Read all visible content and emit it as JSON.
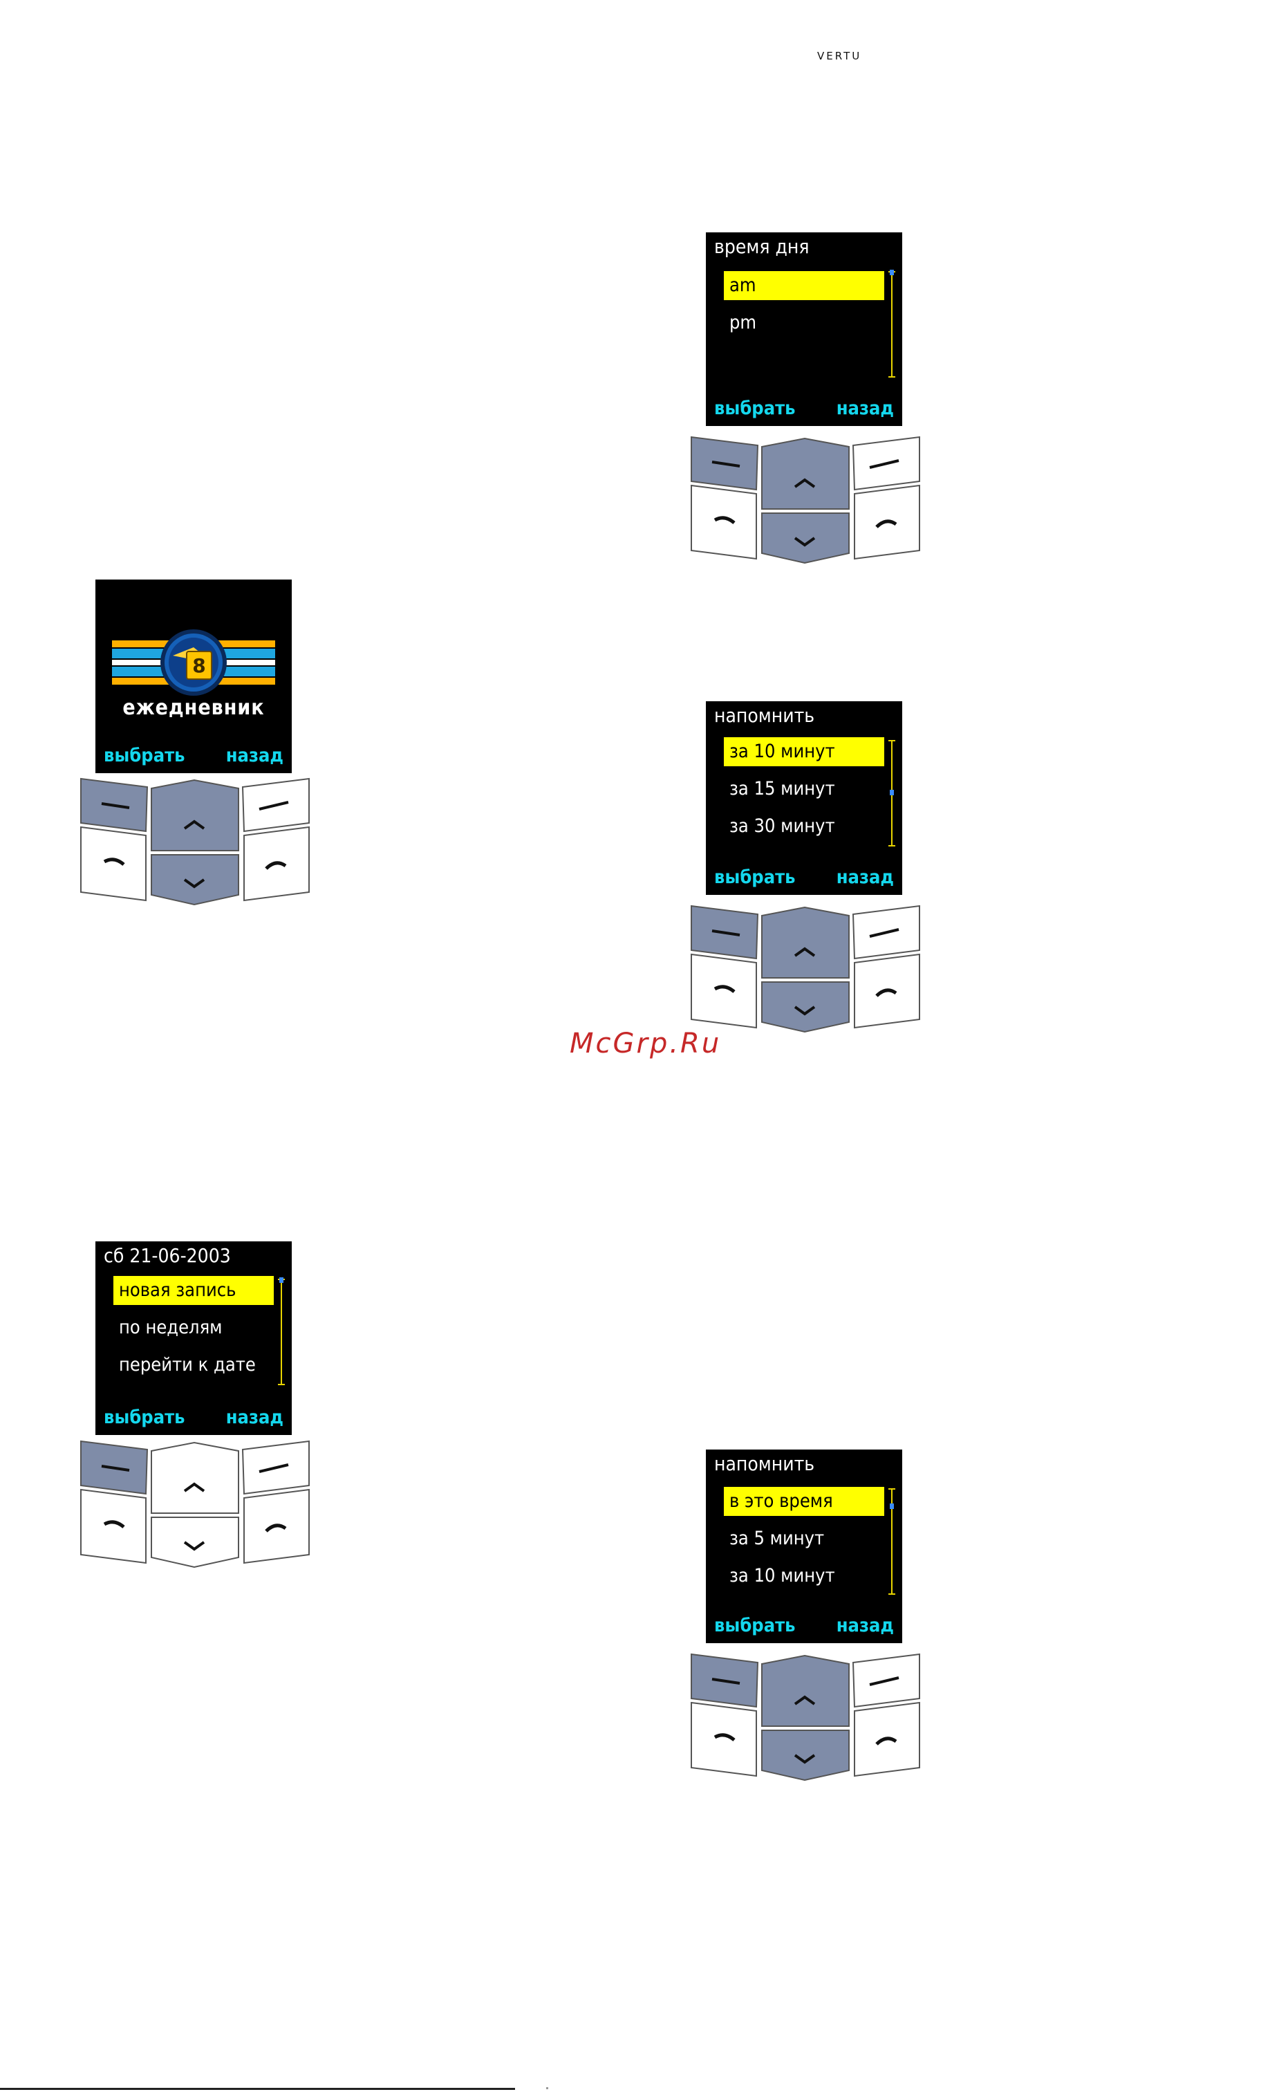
{
  "header": {
    "brand": "VERTU"
  },
  "watermark": "McGrp.Ru",
  "screens": {
    "menu": {
      "label": "ежедневник",
      "left_soft": "выбрать",
      "right_soft": "назад",
      "icon": "calendar-book-icon"
    },
    "date": {
      "title": "сб 21-06-2003",
      "items": [
        "новая запись",
        "по неделям",
        "перейти к дате"
      ],
      "selected_index": 0,
      "left_soft": "выбрать",
      "right_soft": "назад"
    },
    "ampm": {
      "title": "время дня",
      "items": [
        "am",
        "pm"
      ],
      "selected_index": 0,
      "left_soft": "выбрать",
      "right_soft": "назад"
    },
    "remind_a": {
      "title": "напомнить",
      "items": [
        "за 10 минут",
        "за 15 минут",
        "за 30 минут"
      ],
      "selected_index": 0,
      "left_soft": "выбрать",
      "right_soft": "назад"
    },
    "remind_b": {
      "title": "напомнить",
      "items": [
        "в это время",
        "за 5 минут",
        "за 10 минут"
      ],
      "selected_index": 0,
      "left_soft": "выбрать",
      "right_soft": "назад"
    }
  },
  "colors": {
    "screen_bg": "#000000",
    "highlight": "#ffff00",
    "softkey_text": "#14d8ee",
    "key_pressed": "#7f8ca8",
    "key_normal": "#ffffff"
  }
}
